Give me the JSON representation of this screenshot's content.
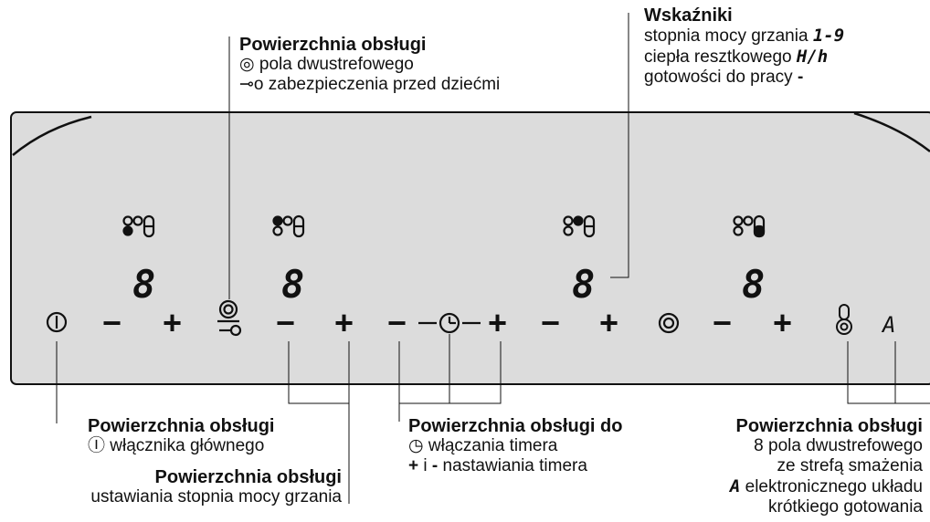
{
  "colors": {
    "panel_fill": "#dcdcdc",
    "ink": "#111111",
    "background": "#ffffff"
  },
  "panel": {
    "digit": "8",
    "zone_icons": [
      "zone-front-left-indicator",
      "zone-rear-left-indicator",
      "zone-rear-right-indicator",
      "zone-front-right-indicator"
    ],
    "controls": {
      "power": "Ⓘ",
      "minus": "−",
      "plus": "+",
      "dual_zone": "◎",
      "timer": "◷",
      "quick_cook": "A"
    }
  },
  "labels": {
    "indicators": {
      "title": "Wskaźniki",
      "line1_text": "stopnia mocy grzania",
      "line1_symbol": "1-9",
      "line2_text": "ciepła resztkowego",
      "line2_symbol": "H/h",
      "line3_text": "gotowości do pracy",
      "line3_symbol": "-"
    },
    "dual_zone_top": {
      "title": "Powierzchnia obsługi",
      "line1_symbol": "◎",
      "line1_text": "pola dwustrefowego",
      "line2_symbol": "⊸o",
      "line2_text": "zabezpieczenia przed dziećmi"
    },
    "main_switch": {
      "title": "Powierzchnia obsługi",
      "line1_symbol": "Ⓘ",
      "line1_text": "włącznika głównego"
    },
    "power_level": {
      "title": "Powierzchnia obsługi",
      "line1_text": "ustawiania stopnia mocy grzania"
    },
    "timer": {
      "title": "Powierzchnia obsługi do",
      "line1_symbol": "◷",
      "line1_text": "włączania timera",
      "line2_plus": "+",
      "line2_mid": "i",
      "line2_minus": "-",
      "line2_text": "nastawiania timera"
    },
    "frying": {
      "title": "Powierzchnia obsługi",
      "line1_symbol": "8",
      "line1_text": "pola dwustrefowego",
      "line2_text": "ze strefą smażenia",
      "line3_symbol": "A",
      "line3_text": "elektronicznego układu",
      "line4_text": "krótkiego gotowania"
    }
  }
}
